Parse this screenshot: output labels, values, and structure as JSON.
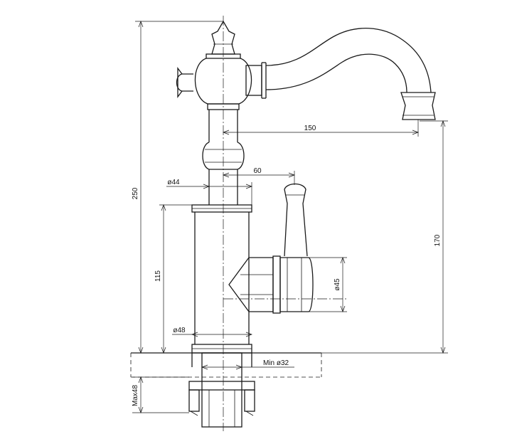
{
  "dimensions": {
    "total_height": "250",
    "spout_reach": "150",
    "spout_height": "170",
    "lever_offset": "60",
    "upper_diameter": "ø44",
    "body_height": "115",
    "lower_diameter": "ø48",
    "handle_diameter": "ø45",
    "hole_diameter": "Min ø32",
    "max_thickness": "Max48"
  },
  "colors": {
    "line": "#1a1a1a",
    "background": "#ffffff"
  }
}
